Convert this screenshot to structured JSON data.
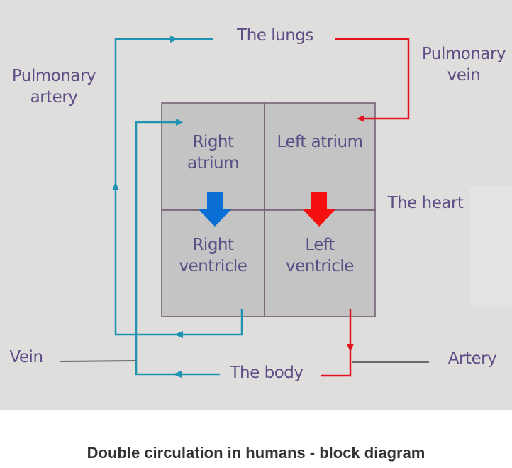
{
  "diagram": {
    "title": "Double circulation in humans - block diagram",
    "labels": {
      "lungs": "The lungs",
      "body": "The body",
      "heart": "The heart",
      "pulmonary_artery": [
        "Pulmonary",
        "artery"
      ],
      "pulmonary_vein": [
        "Pulmonary",
        "vein"
      ],
      "vein": "Vein",
      "artery": "Artery"
    },
    "chambers": {
      "right_atrium": [
        "Right",
        "atrium"
      ],
      "left_atrium": "Left atrium",
      "right_ventricle": [
        "Right",
        "ventricle"
      ],
      "left_ventricle": [
        "Left",
        "ventricle"
      ]
    },
    "colors": {
      "background": "#e0dedd",
      "chamber_fill": "#c4c4c4",
      "chamber_border": "#6e5a6e",
      "deoxygenated_line": "#1f93b0",
      "oxygenated_line": "#e0141e",
      "right_valve_arrow": "#0a6fd4",
      "left_valve_arrow": "#f50f0f",
      "pointer_line": "#6a6a6a",
      "label_text": "#5b4f86",
      "caption_text": "#333333"
    },
    "flows": [
      {
        "from": "Right ventricle",
        "to": "The lungs",
        "via": "Pulmonary artery",
        "blood": "deoxygenated"
      },
      {
        "from": "The lungs",
        "to": "Left atrium",
        "via": "Pulmonary vein",
        "blood": "oxygenated"
      },
      {
        "from": "Left atrium",
        "to": "Left ventricle",
        "blood": "oxygenated"
      },
      {
        "from": "Left ventricle",
        "to": "The body",
        "via": "Artery",
        "blood": "oxygenated"
      },
      {
        "from": "The body",
        "to": "Right atrium",
        "via": "Vein",
        "blood": "deoxygenated"
      },
      {
        "from": "Right atrium",
        "to": "Right ventricle",
        "blood": "deoxygenated"
      }
    ]
  }
}
